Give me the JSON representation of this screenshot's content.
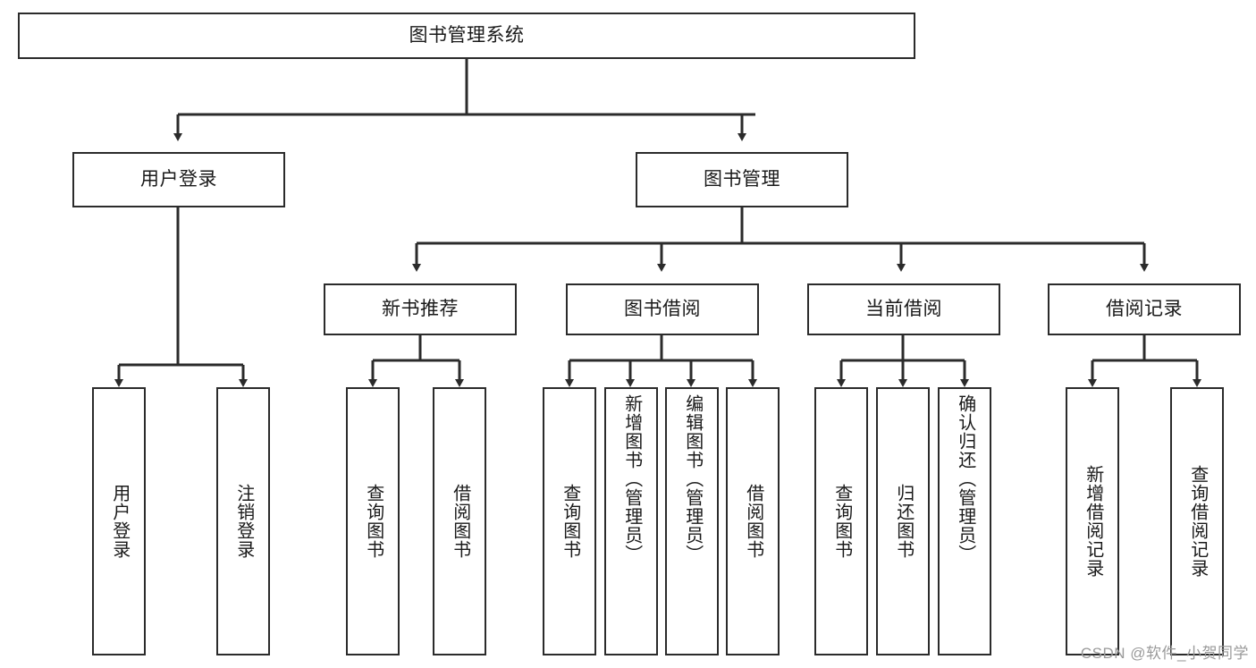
{
  "diagram": {
    "title": "图书管理系统",
    "type": "tree-hierarchy-diagram",
    "watermark": "CSDN @软件_小贺同学",
    "colors": {
      "background": "#ffffff",
      "box_border": "#2b2b2b",
      "box_fill": "#ffffff",
      "connector": "#2b2b2b",
      "text": "#1a1a1a",
      "watermark": "#9a9a9a"
    },
    "root": {
      "id": "root",
      "label": "图书管理系统",
      "orientation": "horizontal"
    },
    "level2": [
      {
        "id": "user-login",
        "label": "用户登录",
        "orientation": "horizontal"
      },
      {
        "id": "book-management",
        "label": "图书管理",
        "orientation": "horizontal"
      }
    ],
    "level3": [
      {
        "id": "new-book-recommend",
        "label": "新书推荐",
        "orientation": "horizontal",
        "parent": "book-management"
      },
      {
        "id": "book-borrow",
        "label": "图书借阅",
        "orientation": "horizontal",
        "parent": "book-management"
      },
      {
        "id": "current-borrow",
        "label": "当前借阅",
        "orientation": "horizontal",
        "parent": "book-management"
      },
      {
        "id": "borrow-record",
        "label": "借阅记录",
        "orientation": "horizontal",
        "parent": "book-management"
      }
    ],
    "leaves": {
      "user_login": [
        {
          "id": "leaf-user-login",
          "label": "用户登录"
        },
        {
          "id": "leaf-logout-login",
          "label": "注销登录"
        }
      ],
      "new_book_recommend": [
        {
          "id": "leaf-query-book-1",
          "label": "查询图书"
        },
        {
          "id": "leaf-borrow-book-1",
          "label": "借阅图书"
        }
      ],
      "book_borrow": [
        {
          "id": "leaf-query-book-2",
          "label": "查询图书"
        },
        {
          "id": "leaf-add-book-admin",
          "label": "新增图书（管理员）"
        },
        {
          "id": "leaf-edit-book-admin",
          "label": "编辑图书（管理员）"
        },
        {
          "id": "leaf-borrow-book-2",
          "label": "借阅图书"
        }
      ],
      "current_borrow": [
        {
          "id": "leaf-query-book-3",
          "label": "查询图书"
        },
        {
          "id": "leaf-return-book",
          "label": "归还图书"
        },
        {
          "id": "leaf-confirm-return-admin",
          "label": "确认归还（管理员）"
        }
      ],
      "borrow_record": [
        {
          "id": "leaf-add-borrow-record",
          "label": "新增借阅记录"
        },
        {
          "id": "leaf-query-borrow-record",
          "label": "查询借阅记录"
        }
      ]
    }
  }
}
